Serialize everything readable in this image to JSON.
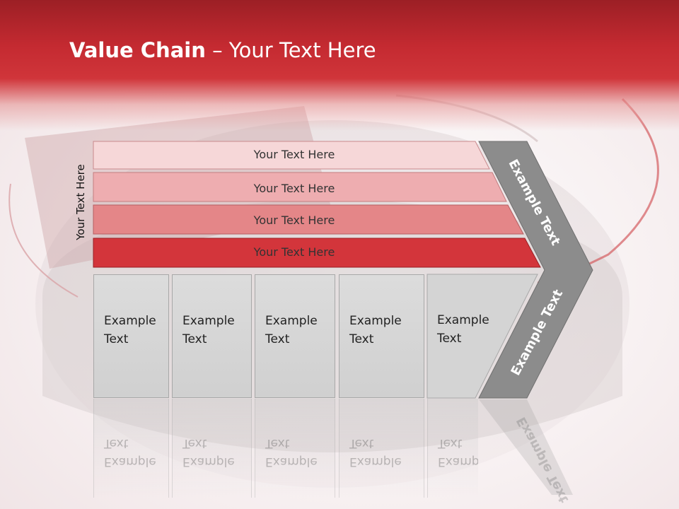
{
  "slide": {
    "title_bold": "Value Chain",
    "title_rest": " – Your Text Here"
  },
  "side_label": "Your Text Here",
  "support_activities": [
    {
      "label": "Your Text Here",
      "color": "#f6d7d8"
    },
    {
      "label": "Your Text Here",
      "color": "#eeadb0"
    },
    {
      "label": "Your Text Here",
      "color": "#e48688"
    },
    {
      "label": "Your Text Here",
      "color": "#d3353b"
    }
  ],
  "primary_activities": [
    {
      "label": "Example Text"
    },
    {
      "label": "Example Text"
    },
    {
      "label": "Example Text"
    },
    {
      "label": "Example Text"
    },
    {
      "label": "Example Text"
    }
  ],
  "margin": {
    "upper_label": "Example Text",
    "lower_label": "Example Text",
    "color": "#8c8c8c"
  },
  "colors": {
    "title_bar": "#c42a31",
    "box_fill": "#d6d6d6",
    "arrow_fill": "#8c8c8c"
  }
}
